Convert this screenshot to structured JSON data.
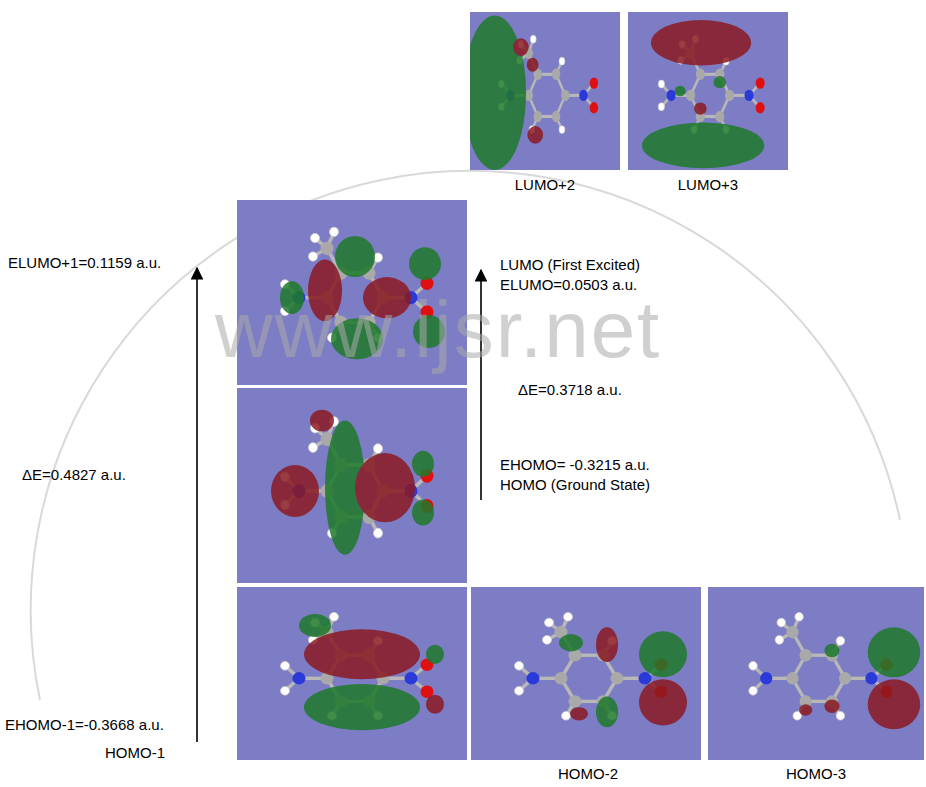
{
  "diagram": {
    "labels": [
      "LUMO+2",
      "LUMO+3",
      "ELUMO+1=0.1159 a.u.",
      "LUMO (First Excited)",
      "ELUMO=0.0503 a.u.",
      "ΔE=0.3718 a.u.",
      "ΔE=0.4827 a.u.",
      "EHOMO= -0.3215 a.u.",
      "HOMO (Ground State)",
      "EHOMO-1=-0.3668 a.u.",
      "HOMO-1",
      "HOMO-2",
      "HOMO-3",
      "www.ijsr.net"
    ]
  }
}
